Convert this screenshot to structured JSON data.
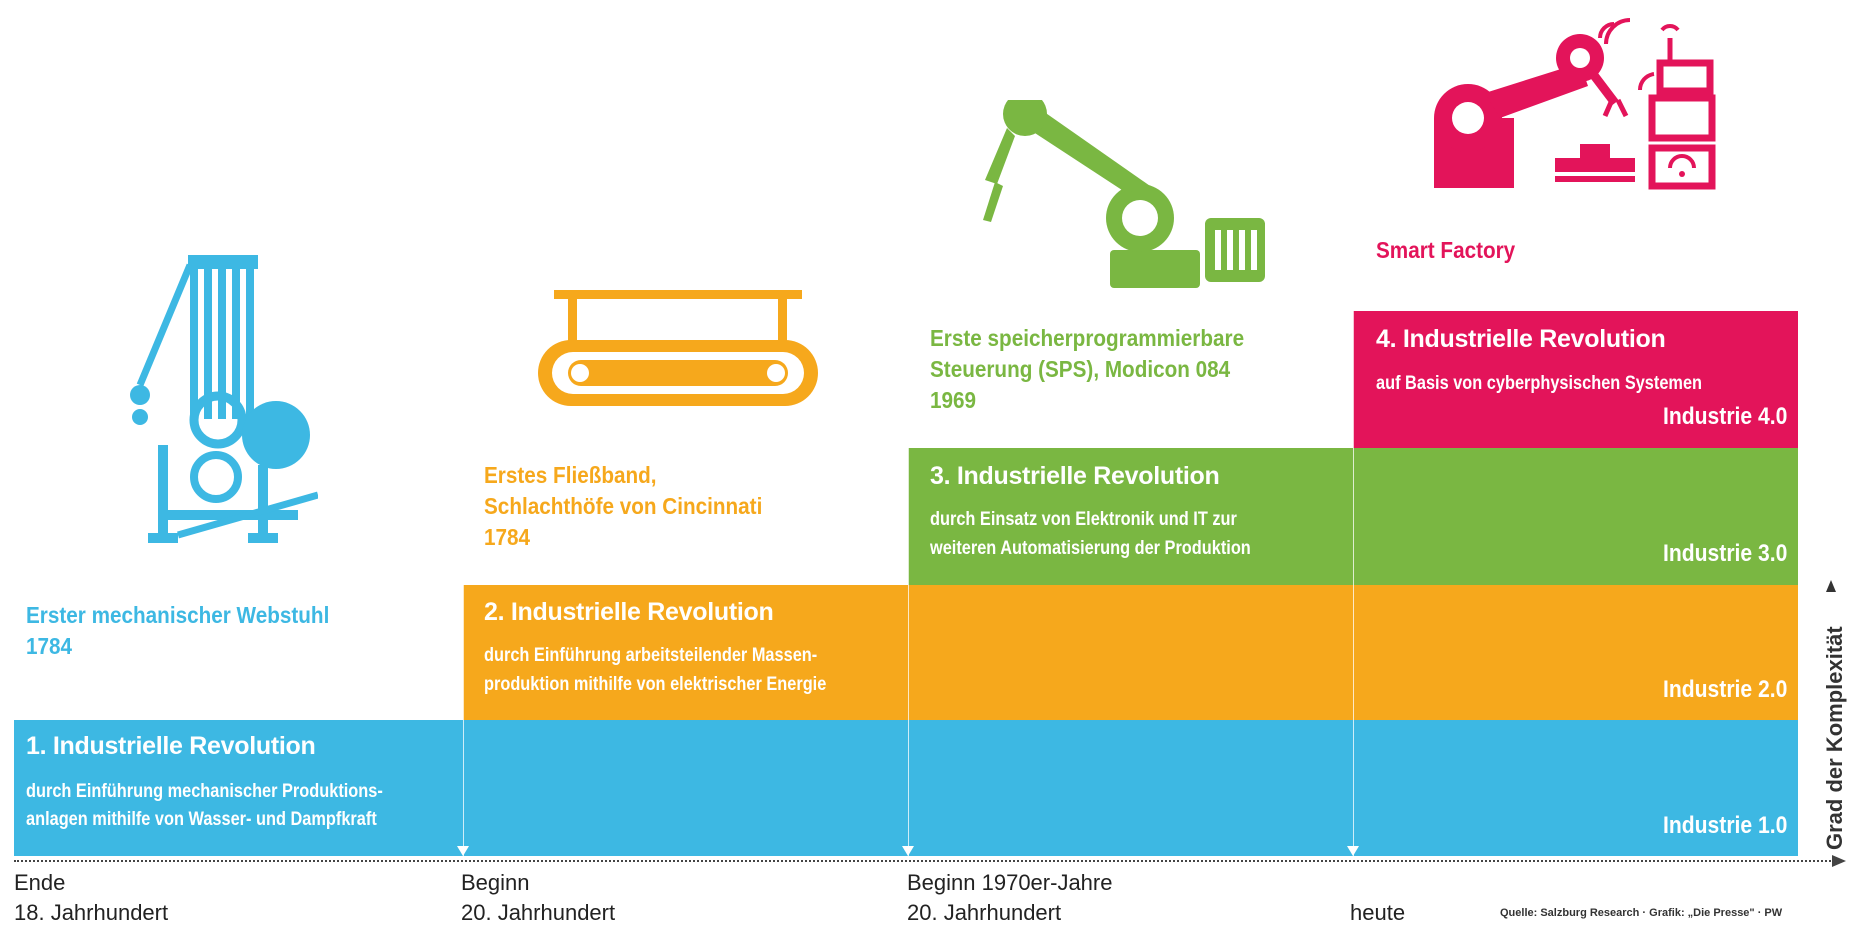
{
  "colors": {
    "blue": "#3db8e3",
    "orange": "#f6a81c",
    "green": "#7ab742",
    "red": "#e3145a"
  },
  "revolutions": [
    {
      "title": "1. Industrielle Revolution",
      "desc": [
        "durch Einführung mechanischer Produktions-",
        "anlagen mithilfe von Wasser- und Dampfkraft"
      ],
      "level": "Industrie 1.0"
    },
    {
      "title": "2. Industrielle Revolution",
      "desc": [
        "durch Einführung arbeitsteilender Massen-",
        "produktion mithilfe von elektrischer Energie"
      ],
      "level": "Industrie 2.0"
    },
    {
      "title": "3. Industrielle Revolution",
      "desc": [
        "durch Einsatz von Elektronik und IT zur",
        "weiteren Automatisierung der Produktion"
      ],
      "level": "Industrie 3.0"
    },
    {
      "title": "4. Industrielle Revolution",
      "desc": [
        "auf Basis von cyberphysischen Systemen"
      ],
      "level": "Industrie 4.0"
    }
  ],
  "events": [
    {
      "lines": [
        "Erster mechanischer Webstuhl",
        "1784"
      ],
      "icon": "loom-icon"
    },
    {
      "lines": [
        "Erstes Fließband,",
        "Schlachthöfe von Cincinnati",
        "1784"
      ],
      "icon": "conveyor-belt-icon"
    },
    {
      "lines": [
        "Erste speicherprogrammierbare",
        "Steuerung (SPS), Modicon 084",
        "1969"
      ],
      "icon": "robot-arm-icon"
    },
    {
      "lines": [
        "Smart Factory"
      ],
      "icon": "smart-factory-icon"
    }
  ],
  "timeline": [
    {
      "line1": "Ende",
      "line2": "18. Jahrhundert"
    },
    {
      "line1": "Beginn",
      "line2": "20. Jahrhundert"
    },
    {
      "line1": "Beginn 1970er-Jahre",
      "line2": "20. Jahrhundert"
    },
    {
      "line1": "",
      "line2": "heute"
    }
  ],
  "axis_label": "Grad der Komplexität",
  "source": "Quelle: Salzburg Research · Grafik: „Die Presse\" · PW"
}
